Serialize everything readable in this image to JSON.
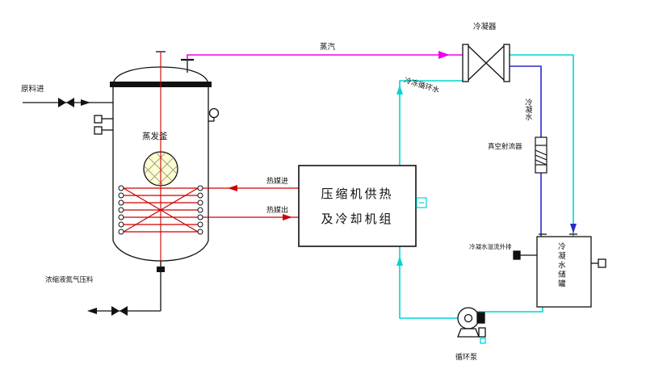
{
  "diagram": {
    "colors": {
      "steam": "#ee00ee",
      "chilled": "#00d5d5",
      "condensate": "#2a2acc",
      "heat": "#cc0000",
      "outline": "#111111",
      "sightglass_fill": "#ffffce"
    },
    "labels": {
      "feed_in": "原料进",
      "vessel": "蒸发釜",
      "steam": "蒸汽",
      "condenser": "冷凝器",
      "chilled_water": "冷冻循环水",
      "condensate": "冷凝水",
      "vacuum_ejector": "真空射流器",
      "heat_in": "热媒进",
      "heat_out": "热媒出",
      "unit_line1": "压缩机供热",
      "unit_line2": "及冷却机组",
      "overflow": "冷凝水溢流外排",
      "tank": "冷凝水储罐",
      "pump": "循环泵",
      "concentrate_out": "浓缩液氮气压料"
    }
  }
}
